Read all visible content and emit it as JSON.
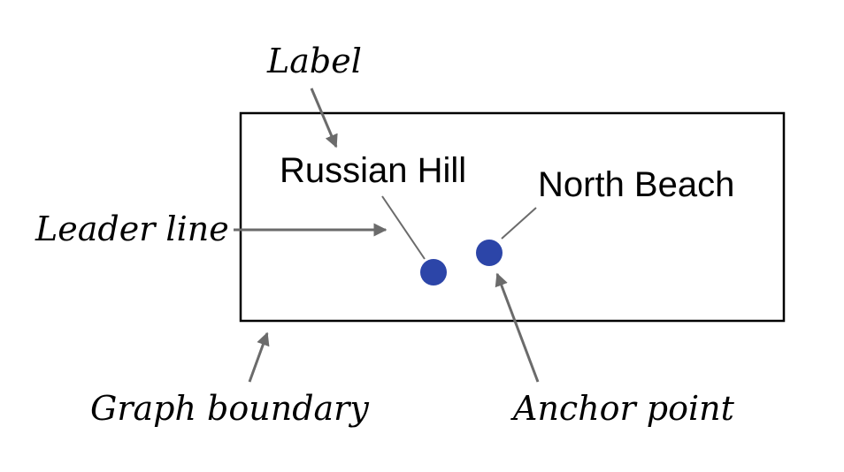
{
  "callouts": {
    "label": "Label",
    "leader_line": "Leader line",
    "graph_boundary": "Graph boundary",
    "anchor_point": "Anchor point"
  },
  "points": [
    {
      "label": "Russian Hill"
    },
    {
      "label": "North Beach"
    }
  ],
  "colors": {
    "anchor_point": "#2c45a8",
    "arrow": "#6b6b6b",
    "boundary": "#000000"
  }
}
